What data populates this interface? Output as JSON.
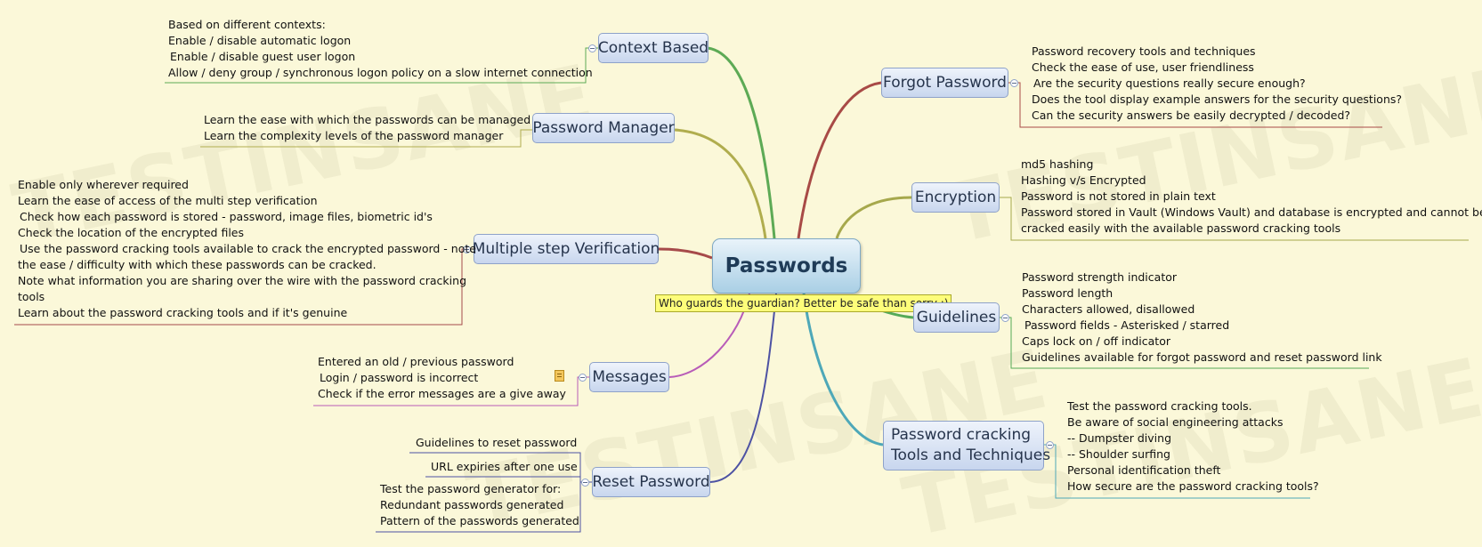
{
  "central": {
    "title": "Passwords",
    "callout": "Who guards the guardian? Better be safe than sorry ;)"
  },
  "watermark": "TESTINSANE",
  "colors": {
    "background": "#fbf8d9",
    "context": "#5daa55",
    "password_manager": "#b0ad4e",
    "multi_step": "#a64a4a",
    "messages": "#b85cb8",
    "reset": "#4d52a3",
    "forgot": "#a84a46",
    "encryption": "#a6a84c",
    "guidelines": "#55aa58",
    "cracking": "#4ea8b8"
  },
  "topics": {
    "context": {
      "label": "Context Based",
      "notes": [
        "Based on different contexts:",
        "Enable / disable automatic logon",
        "Enable / disable guest user logon",
        "Allow / deny group / synchronous logon policy on a slow internet connection"
      ]
    },
    "password_manager": {
      "label": "Password Manager",
      "notes": [
        "Learn the ease with which the passwords can be managed",
        "Learn the complexity levels of the password manager"
      ]
    },
    "multi_step": {
      "label": "Multiple step Verification",
      "notes": [
        "Enable only wherever required",
        "Learn the ease of access of the multi step verification",
        "Check how each password is stored - password, image files, biometric id's",
        "Check the location of the encrypted files",
        "Use the password cracking tools available to crack the encrypted password - note",
        "the ease / difficulty with which these passwords can be cracked.",
        "Note what information you are sharing over the wire with the password cracking",
        "tools",
        "Learn about the password cracking tools and if it's genuine"
      ]
    },
    "messages": {
      "label": "Messages",
      "notes": [
        "Entered an old / previous password",
        "Login / password is incorrect",
        "Check if the error messages are a give away"
      ]
    },
    "reset": {
      "label": "Reset Password",
      "sub1": "Guidelines to reset password",
      "sub2": "URL expiries after one use",
      "sub3": [
        "Test the password generator for:",
        "Redundant passwords generated",
        "Pattern of the passwords generated"
      ]
    },
    "forgot": {
      "label": "Forgot Password",
      "notes": [
        "Password recovery tools and techniques",
        "Check the ease of use, user friendliness",
        "Are the security questions really secure enough?",
        "Does the tool display example answers for the security questions?",
        "Can the security answers be easily decrypted / decoded?"
      ]
    },
    "encryption": {
      "label": "Encryption",
      "notes": [
        "md5 hashing",
        "Hashing v/s Encrypted",
        "Password is not stored in plain text",
        "Password stored in Vault (Windows Vault) and database is encrypted and cannot be",
        "cracked easily with the available password cracking tools"
      ]
    },
    "guidelines": {
      "label": "Guidelines",
      "notes": [
        "Password strength indicator",
        "Password length",
        "Characters allowed, disallowed",
        "Password fields - Asterisked / starred",
        "Caps lock on / off indicator",
        "Guidelines available for forgot password and reset password link"
      ]
    },
    "cracking": {
      "label_line1": "Password cracking",
      "label_line2": "Tools and Techniques",
      "notes": [
        "Test the password cracking tools.",
        "Be aware of social engineering attacks",
        "-- Dumpster diving",
        "-- Shoulder surfing",
        "Personal identification theft",
        "How secure are the password cracking tools?"
      ]
    }
  }
}
